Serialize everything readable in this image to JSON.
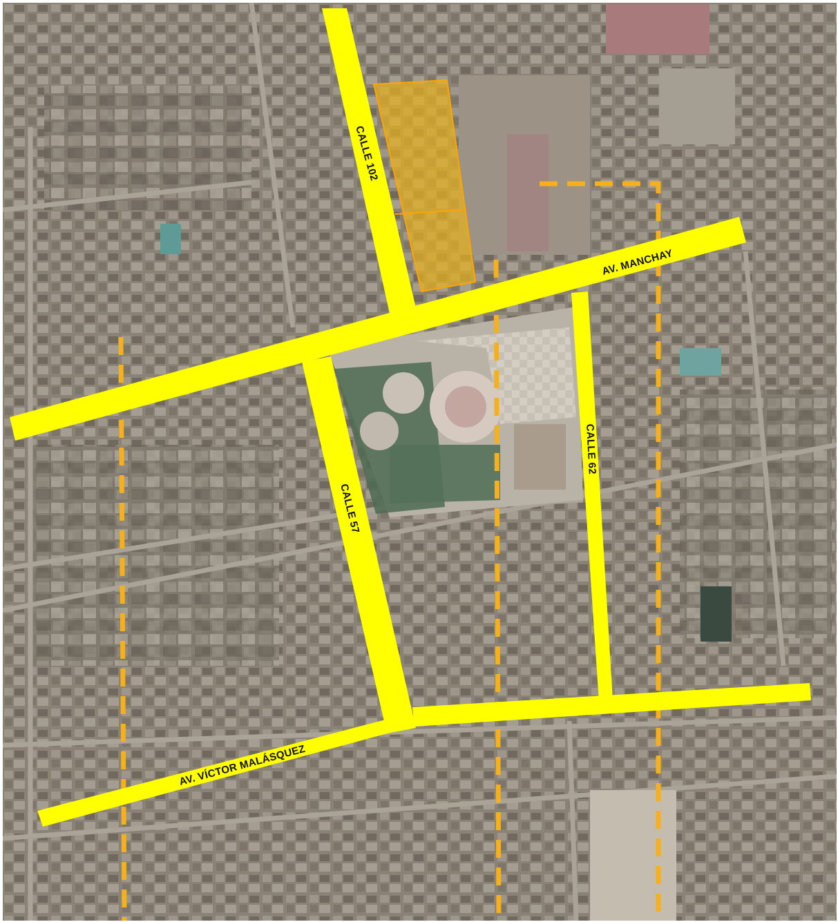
{
  "map": {
    "streets": {
      "calle_102": "CALLE 102",
      "av_manchay": "AV. MANCHAY",
      "calle_57": "CALLE 57",
      "calle_62": "CALLE 62",
      "av_victor_malasquez": "AV. VÍCTOR MALÁSQUEZ"
    },
    "colors": {
      "main_road": "#ffff00",
      "dashed_line": "#f5b01e",
      "highlight_fill": "#e6b020",
      "highlight_stroke": "#ffa500",
      "terrain": "#8c8476",
      "plaza": "#bdb6ac",
      "plaza_green": "#4e6b52"
    }
  }
}
